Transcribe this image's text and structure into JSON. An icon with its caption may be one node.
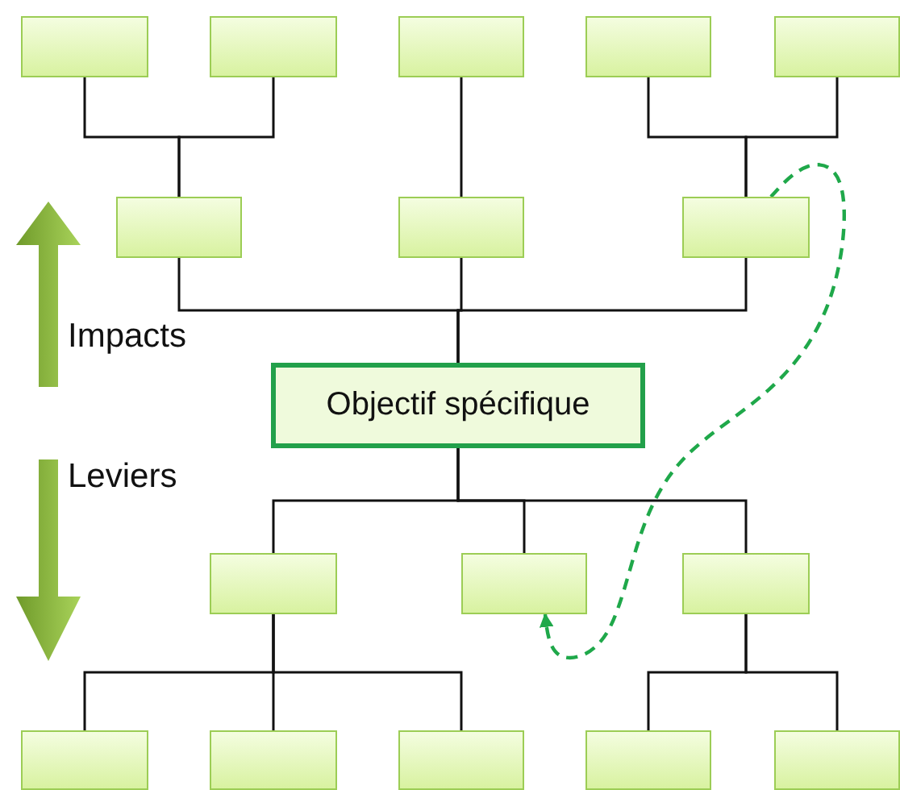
{
  "diagram": {
    "nodes": [
      {
        "text": [],
        "shape": "box"
      },
      {
        "text": [],
        "shape": "box"
      },
      {
        "text": [],
        "shape": "box"
      },
      {
        "text": [],
        "shape": "box"
      },
      {
        "text": [],
        "shape": "box"
      },
      {
        "text": [],
        "shape": "box"
      },
      {
        "text": [],
        "shape": "box"
      },
      {
        "text": [],
        "shape": "box"
      },
      {
        "text": [
          "Objectif spécifique"
        ]
      },
      {
        "text": [],
        "shape": "box"
      },
      {
        "text": [],
        "shape": "box"
      },
      {
        "text": [],
        "shape": "box"
      },
      {
        "text": [],
        "shape": "box"
      },
      {
        "text": [],
        "shape": "box"
      },
      {
        "text": [],
        "shape": "box"
      },
      {
        "text": [],
        "shape": "box"
      },
      {
        "text": [],
        "shape": "box"
      }
    ],
    "edges": [
      {
        "from": 0,
        "to": 5,
        "arrow": "none"
      },
      {
        "from": 1,
        "to": 5,
        "arrow": "none"
      },
      {
        "from": 2,
        "to": 6,
        "arrow": "none"
      },
      {
        "from": 3,
        "to": 7,
        "arrow": "none"
      },
      {
        "from": 4,
        "to": 7,
        "arrow": "none"
      },
      {
        "from": 5,
        "to": 8,
        "arrow": "none"
      },
      {
        "from": 6,
        "to": 8,
        "arrow": "none"
      },
      {
        "from": 7,
        "to": 8,
        "arrow": "none"
      },
      {
        "from": 8,
        "to": 9,
        "arrow": "none"
      },
      {
        "from": 8,
        "to": 10,
        "arrow": "none"
      },
      {
        "from": 8,
        "to": 11,
        "arrow": "none"
      },
      {
        "from": 9,
        "to": 12,
        "arrow": "none"
      },
      {
        "from": 9,
        "to": 13,
        "arrow": "none"
      },
      {
        "from": 9,
        "to": 14,
        "arrow": "none"
      },
      {
        "from": 11,
        "to": 15,
        "arrow": "none"
      },
      {
        "from": 11,
        "to": 16,
        "arrow": "none"
      },
      {
        "from": 7,
        "to": 10,
        "arrow": "to",
        "style": "dashed",
        "color": "#1fa84a"
      }
    ],
    "labels": [
      "Impacts",
      "Leviers"
    ]
  }
}
